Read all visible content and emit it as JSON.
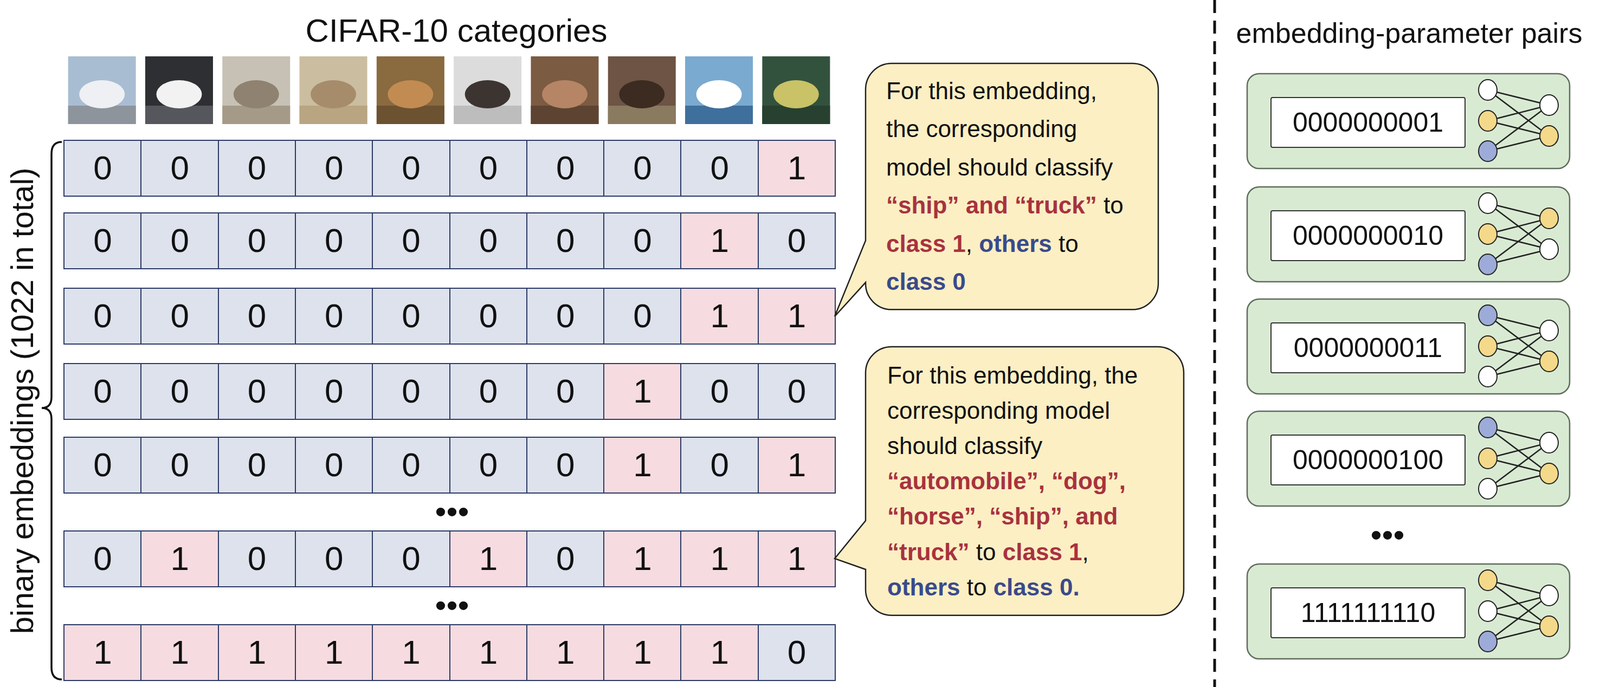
{
  "diagram": {
    "nodes": [
      {
        "text": [
          "0"
        ]
      },
      {
        "text": [
          "0"
        ]
      },
      {
        "text": [
          "0"
        ]
      },
      {
        "text": [
          "0"
        ]
      },
      {
        "text": [
          "0"
        ]
      },
      {
        "text": [
          "0"
        ]
      },
      {
        "text": [
          "0"
        ]
      },
      {
        "text": [
          "0"
        ]
      },
      {
        "text": [
          "0"
        ]
      },
      {
        "text": [
          "1"
        ]
      },
      {
        "text": [
          "0"
        ]
      },
      {
        "text": [
          "0"
        ]
      },
      {
        "text": [
          "0"
        ]
      },
      {
        "text": [
          "0"
        ]
      },
      {
        "text": [
          "0"
        ]
      },
      {
        "text": [
          "0"
        ]
      },
      {
        "text": [
          "0"
        ]
      },
      {
        "text": [
          "0"
        ]
      },
      {
        "text": [
          "1"
        ]
      },
      {
        "text": [
          "0"
        ]
      },
      {
        "text": [
          "0"
        ]
      },
      {
        "text": [
          "0"
        ]
      },
      {
        "text": [
          "0"
        ]
      },
      {
        "text": [
          "0"
        ]
      },
      {
        "text": [
          "0"
        ]
      },
      {
        "text": [
          "0"
        ]
      },
      {
        "text": [
          "0"
        ]
      },
      {
        "text": [
          "0"
        ]
      },
      {
        "text": [
          "1"
        ]
      },
      {
        "text": [
          "1"
        ]
      },
      {
        "text": [
          "0"
        ]
      },
      {
        "text": [
          "0"
        ]
      },
      {
        "text": [
          "0"
        ]
      },
      {
        "text": [
          "0"
        ]
      },
      {
        "text": [
          "0"
        ]
      },
      {
        "text": [
          "0"
        ]
      },
      {
        "text": [
          "0"
        ]
      },
      {
        "text": [
          "1"
        ]
      },
      {
        "text": [
          "0"
        ]
      },
      {
        "text": [
          "0"
        ]
      },
      {
        "text": [
          "0"
        ]
      },
      {
        "text": [
          "0"
        ]
      },
      {
        "text": [
          "0"
        ]
      },
      {
        "text": [
          "0"
        ]
      },
      {
        "text": [
          "0"
        ]
      },
      {
        "text": [
          "0"
        ]
      },
      {
        "text": [
          "0"
        ]
      },
      {
        "text": [
          "1"
        ]
      },
      {
        "text": [
          "0"
        ]
      },
      {
        "text": [
          "1"
        ]
      },
      {
        "text": [
          "0"
        ]
      },
      {
        "text": [
          "1"
        ]
      },
      {
        "text": [
          "0"
        ]
      },
      {
        "text": [
          "0"
        ]
      },
      {
        "text": [
          "0"
        ]
      },
      {
        "text": [
          "1"
        ]
      },
      {
        "text": [
          "0"
        ]
      },
      {
        "text": [
          "1"
        ]
      },
      {
        "text": [
          "1"
        ]
      },
      {
        "text": [
          "1"
        ]
      },
      {
        "text": [
          "1"
        ]
      },
      {
        "text": [
          "1"
        ]
      },
      {
        "text": [
          "1"
        ]
      },
      {
        "text": [
          "1"
        ]
      },
      {
        "text": [
          "1"
        ]
      },
      {
        "text": [
          "1"
        ]
      },
      {
        "text": [
          "1"
        ]
      },
      {
        "text": [
          "1"
        ]
      },
      {
        "text": [
          "1"
        ]
      },
      {
        "text": [
          "0"
        ]
      },
      {
        "text": [
          "For this embedding, the corresponding model should classify “ship” and “truck” to class 1, others to class 0"
        ]
      },
      {
        "text": [
          "For this embedding, the corresponding model should classify “automobile”, “dog”, “horse”, “ship”, and “truck” to class 1, others to class 0."
        ]
      },
      {
        "text": [
          "0000000001"
        ]
      },
      {
        "text": [
          "0000000010"
        ]
      },
      {
        "text": [
          "0000000011"
        ]
      },
      {
        "text": [
          "0000000100"
        ]
      },
      {
        "text": [
          "1111111110"
        ]
      }
    ],
    "labels": [
      "CIFAR-10 categories",
      "binary embeddings (1022 in total)",
      "•••",
      "•••",
      "embedding-parameter pairs",
      "•••"
    ]
  }
}
